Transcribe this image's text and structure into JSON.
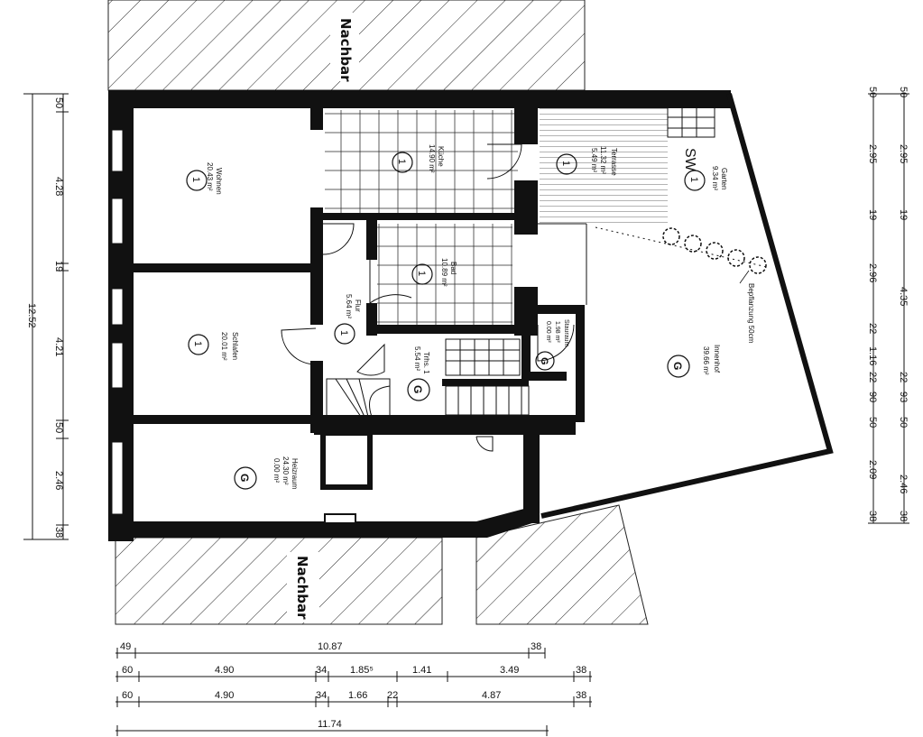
{
  "neighbors": {
    "top": "Nachbar",
    "bottom": "Nachbar"
  },
  "rooms": {
    "wohnen": {
      "name": "Wohnen",
      "area": "20.43 m²",
      "marker": "1"
    },
    "schlafen": {
      "name": "Schlafen",
      "area": "20.01 m²",
      "marker": "1"
    },
    "kueche": {
      "name": "Küche",
      "area": "14.90 m²",
      "marker": "1"
    },
    "bad": {
      "name": "Bad",
      "area": "10.89 m²",
      "marker": "1"
    },
    "flur": {
      "name": "Flur",
      "area": "5.64 m²",
      "marker": "1"
    },
    "trh": {
      "name": "Trhs. 1",
      "area": "5.54 m²",
      "marker": "G"
    },
    "terrasse": {
      "name": "Terrasse",
      "area1": "11.32 m²",
      "area2": "5.49 m²",
      "marker": "1"
    },
    "garten": {
      "name": "Garten",
      "area": "9.34 m²",
      "marker": "1",
      "symbol": "SW"
    },
    "innenhof": {
      "name": "Innenhof",
      "area": "39.66 m²",
      "marker": "G"
    },
    "abstell": {
      "name": "Stauraum",
      "area1": "1.98 m²",
      "area2": "0.00 m²",
      "marker": "G"
    },
    "heizraum": {
      "name": "Heizraum",
      "area1": "24.30 m²",
      "area2": "0.00 m²",
      "marker": "G"
    },
    "bepflanzung": "Bepflanzung 50cm"
  },
  "dims": {
    "left_segments": [
      "50",
      "4.28",
      "19",
      "4.21",
      "50",
      "2.46",
      "38"
    ],
    "left_total": "12.52",
    "right_inner": [
      "50",
      "2.95",
      "19",
      "2.96",
      "22",
      "1.16",
      "22",
      "90",
      "50",
      "2.09",
      "38"
    ],
    "right_outer": [
      "50",
      "2.95",
      "19",
      "4.35",
      "22",
      "93",
      "50",
      "2.46",
      "38"
    ],
    "bottom_row1": [
      "49",
      "10.87",
      "38"
    ],
    "bottom_row2": [
      "60",
      "4.90",
      "34",
      "1.85⁵",
      "1.41",
      "3.49",
      "38"
    ],
    "bottom_row3": [
      "60",
      "4.90",
      "34",
      "1.66",
      "22",
      "4.87",
      "38"
    ],
    "bottom_total": "11.74"
  }
}
